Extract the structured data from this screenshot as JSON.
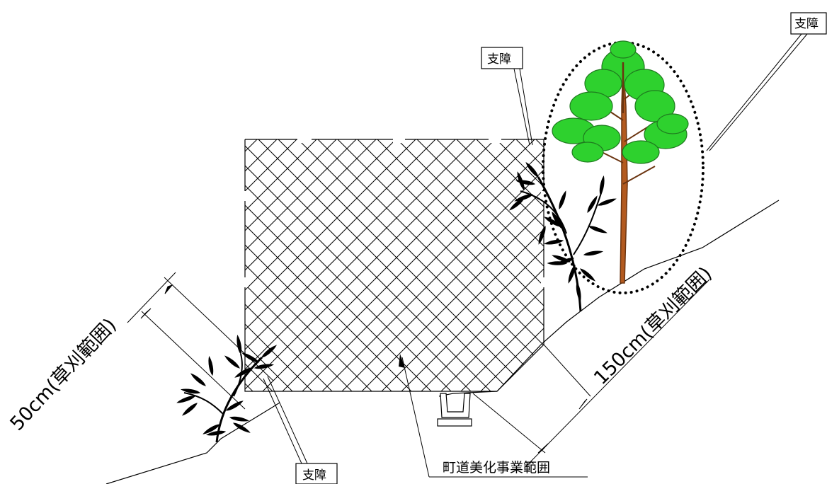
{
  "labels": {
    "obstruction": "支障",
    "range_left": "50cm(草刈範囲)",
    "range_right": "150cm(草刈範囲)",
    "beautification": "町道美化事業範囲"
  },
  "colors": {
    "line": "#000000",
    "foliage": "#2ed12e",
    "foliage_dark": "#1f9a1f",
    "trunk": "#b35a1f",
    "trunk_dark": "#6b3410",
    "dots": "#000000"
  }
}
